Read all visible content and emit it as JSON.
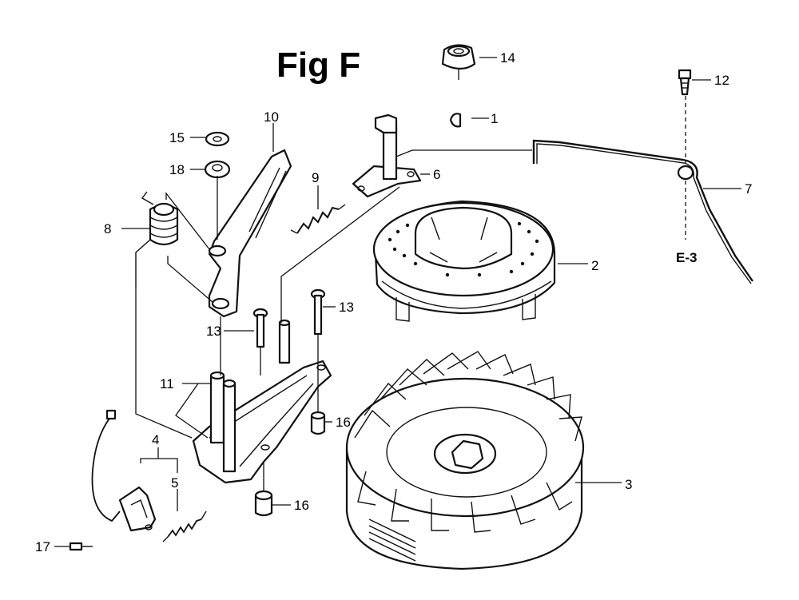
{
  "figure": {
    "title": "Fig F",
    "ref_label": "E-3",
    "callouts": [
      {
        "id": "1",
        "label": "1"
      },
      {
        "id": "2",
        "label": "2"
      },
      {
        "id": "3",
        "label": "3"
      },
      {
        "id": "4",
        "label": "4"
      },
      {
        "id": "5",
        "label": "5"
      },
      {
        "id": "6",
        "label": "6"
      },
      {
        "id": "7",
        "label": "7"
      },
      {
        "id": "8",
        "label": "8"
      },
      {
        "id": "9",
        "label": "9"
      },
      {
        "id": "10",
        "label": "10"
      },
      {
        "id": "11",
        "label": "11"
      },
      {
        "id": "12",
        "label": "12"
      },
      {
        "id": "13a",
        "label": "13"
      },
      {
        "id": "13b",
        "label": "13"
      },
      {
        "id": "14",
        "label": "14"
      },
      {
        "id": "15",
        "label": "15"
      },
      {
        "id": "16a",
        "label": "16"
      },
      {
        "id": "16b",
        "label": "16"
      },
      {
        "id": "17",
        "label": "17"
      },
      {
        "id": "18",
        "label": "18"
      }
    ]
  }
}
